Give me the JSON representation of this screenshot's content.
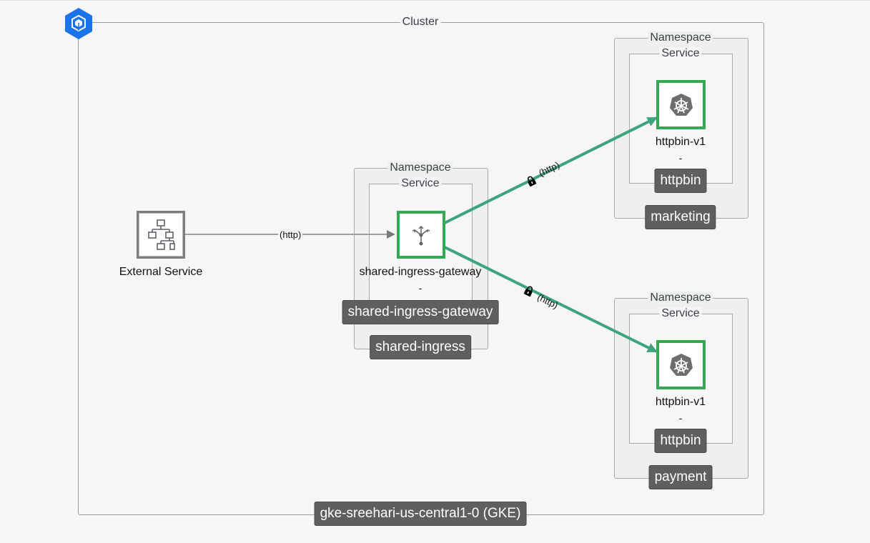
{
  "cluster": {
    "frame_label": "Cluster",
    "name": "gke-sreehari-us-central1-0 (GKE)",
    "icon": "gke-cluster-icon"
  },
  "external": {
    "label": "External Service",
    "icon": "network-tree-icon"
  },
  "namespaces": [
    {
      "frame_label": "Namespace",
      "service_frame_label": "Service",
      "name": "shared-ingress",
      "service_name": "shared-ingress-gateway",
      "workload": {
        "label": "shared-ingress-gateway",
        "sub": "-",
        "icon": "gateway-icon"
      }
    },
    {
      "frame_label": "Namespace",
      "service_frame_label": "Service",
      "name": "marketing",
      "service_name": "httpbin",
      "workload": {
        "label": "httpbin-v1",
        "sub": "-",
        "icon": "kubernetes-icon"
      }
    },
    {
      "frame_label": "Namespace",
      "service_frame_label": "Service",
      "name": "payment",
      "service_name": "httpbin",
      "workload": {
        "label": "httpbin-v1",
        "sub": "-",
        "icon": "kubernetes-icon"
      }
    }
  ],
  "edges": [
    {
      "from": "External Service",
      "to": "shared-ingress-gateway",
      "label": "(http)",
      "secure": false,
      "color": "#9e9e9e"
    },
    {
      "from": "shared-ingress-gateway",
      "to": "marketing/httpbin-v1",
      "label": "(http)",
      "secure": true,
      "color": "#3ea47d"
    },
    {
      "from": "shared-ingress-gateway",
      "to": "payment/httpbin-v1",
      "label": "(http)",
      "secure": true,
      "color": "#3ea47d"
    }
  ],
  "colors": {
    "healthy_border": "#34a853",
    "secure_edge": "#3ea47d",
    "plain_edge": "#9e9e9e",
    "tag_background": "#5f5f5f",
    "cluster_icon": "#1a73e8"
  }
}
